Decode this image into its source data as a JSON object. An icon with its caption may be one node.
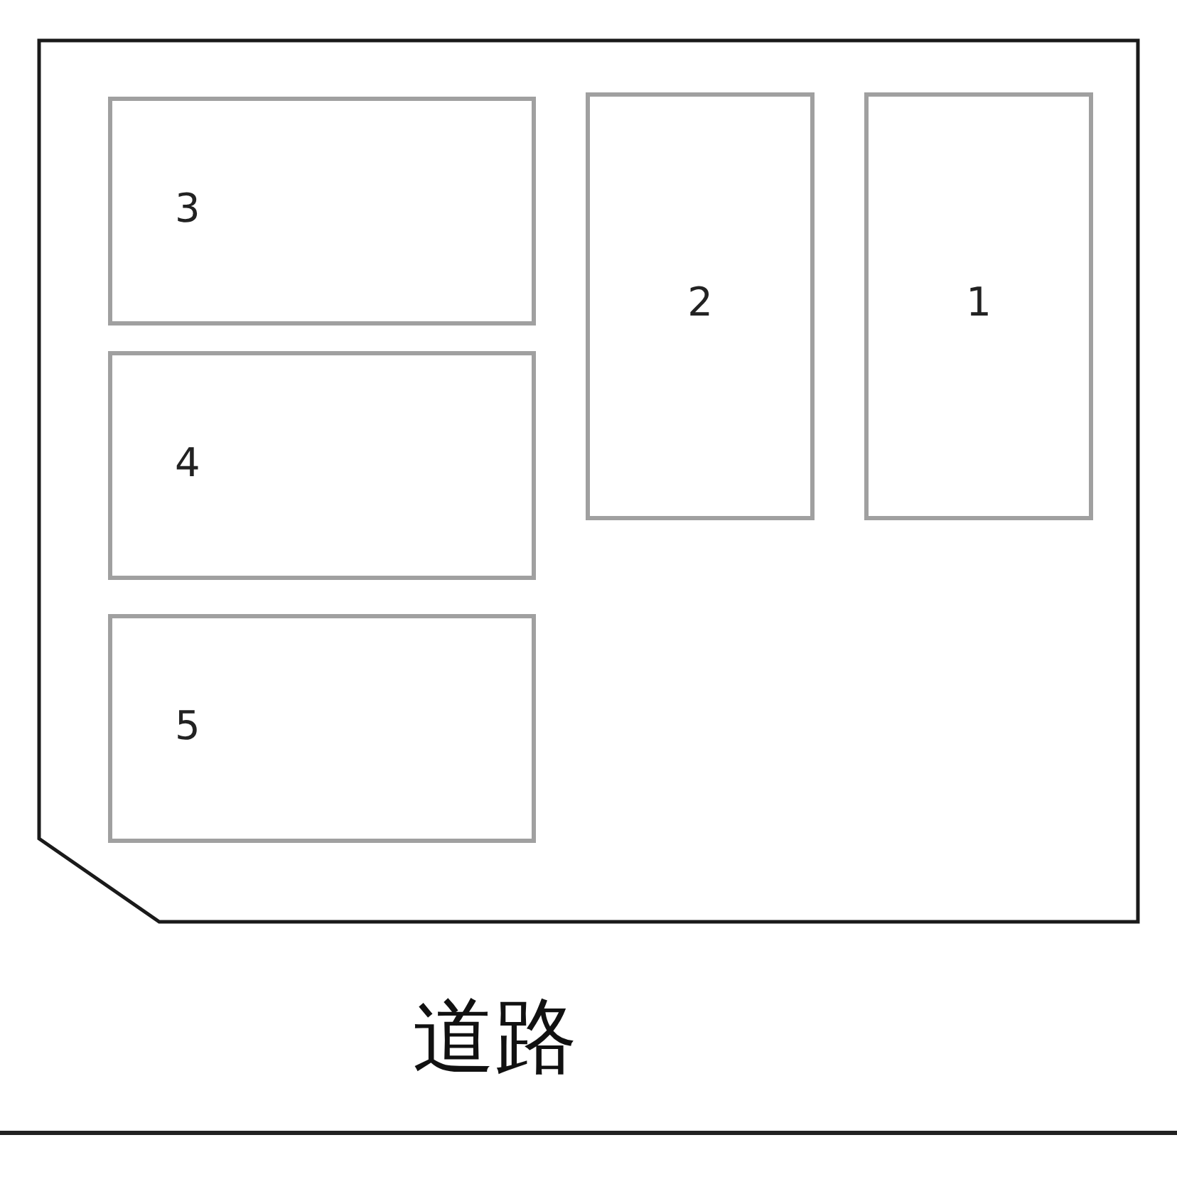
{
  "diagram": {
    "nodes": [
      {
        "text": [],
        "shape": "box"
      },
      {
        "text": [
          "3"
        ],
        "in": 0
      },
      {
        "text": [
          "2"
        ],
        "in": 0
      },
      {
        "text": [
          "1"
        ],
        "in": 0
      },
      {
        "text": [
          "4"
        ],
        "in": 0
      },
      {
        "text": [
          "5"
        ],
        "in": 0
      }
    ],
    "labels": [
      "道路"
    ]
  }
}
